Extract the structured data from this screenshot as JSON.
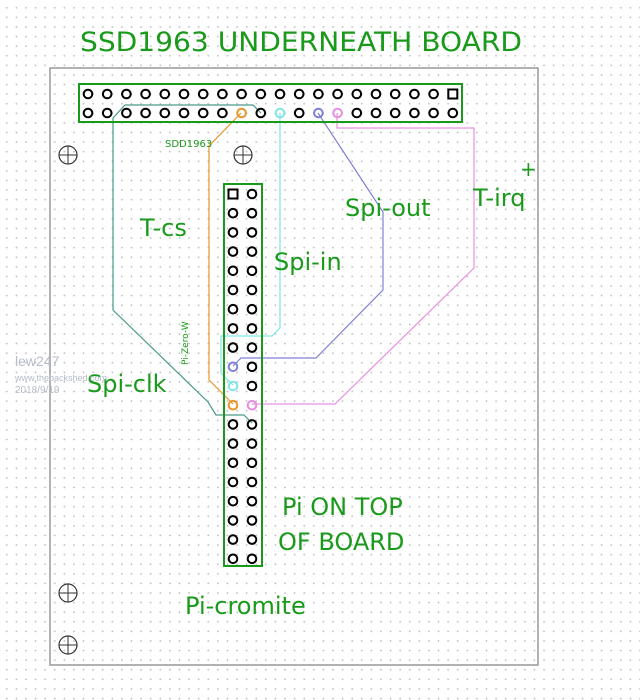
{
  "title": "SSD1963 UNDERNEATH BOARD",
  "labels": {
    "ssd_header": "SDD1963",
    "pi_header": "Pi-Zero-W",
    "t_cs": "T-cs",
    "spi_in": "Spi-in",
    "spi_out": "Spi-out",
    "t_irq": "T-irq",
    "spi_clk": "Spi-clk",
    "pi_on_top_1": "Pi ON TOP",
    "pi_on_top_2": "OF BOARD",
    "footer": "Pi-cromite",
    "plus": "+"
  },
  "watermark": {
    "author": "lew247",
    "site": "www.thebackshed.com",
    "date": "2018/9/19"
  },
  "colors": {
    "silkscreen": "#1a9a1a",
    "t_cs": "#e8962a",
    "spi_in": "#7fe6e6",
    "spi_out": "#8080d8",
    "t_irq": "#e890e0",
    "spi_clk": "#4a9a8a",
    "board_outline": "#999999"
  }
}
